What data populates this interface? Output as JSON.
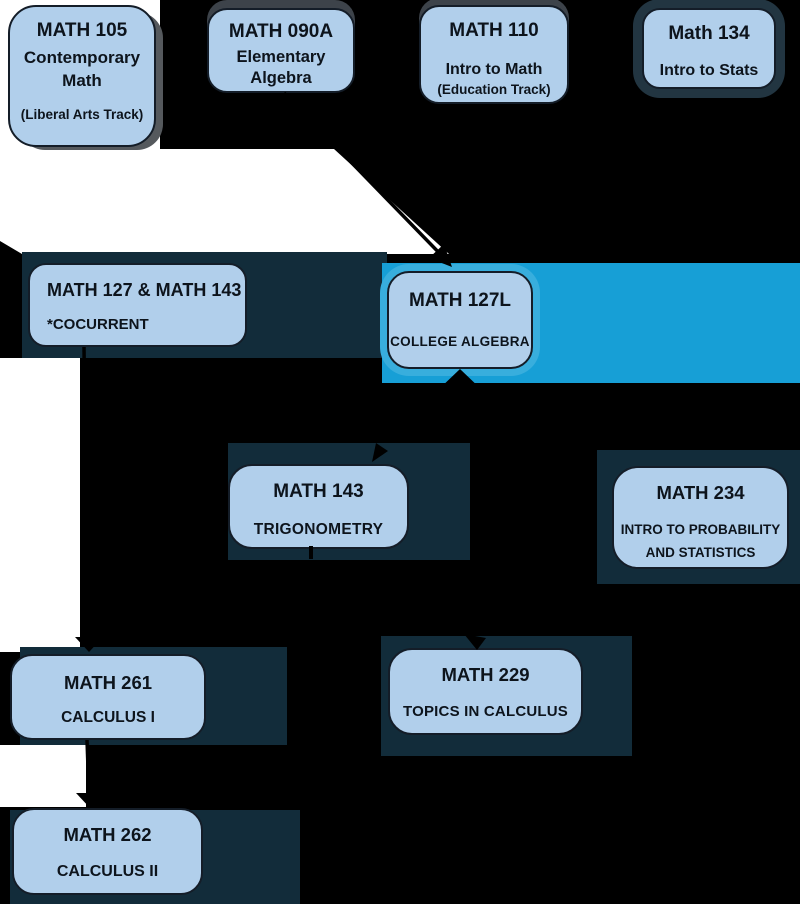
{
  "diagram": {
    "title": "Math course prerequisite flowchart",
    "colors": {
      "background": "#000000",
      "node_fill": "#b1cfeb",
      "node_border": "#141d28",
      "node_text": "#0d141c",
      "white_region": "#ffffff",
      "teal_patch": "#122c3a",
      "cyan_highlight": "#179fd6",
      "cyan_glow": "#38aedd",
      "gray_shadow": "#3d434a",
      "arrow": "#000000"
    },
    "nodes": [
      {
        "id": "math-105",
        "lines": [
          "MATH 105",
          "Contemporary Math",
          "(Liberal Arts Track)"
        ]
      },
      {
        "id": "math-090a",
        "lines": [
          "MATH 090A",
          "Elementary Algebra"
        ]
      },
      {
        "id": "math-110",
        "lines": [
          "MATH 110",
          "Intro to Math",
          "(Education Track)"
        ]
      },
      {
        "id": "math-134",
        "lines": [
          "Math 134",
          "Intro to Stats"
        ]
      },
      {
        "id": "math-127-143",
        "lines": [
          "MATH 127 & MATH 143",
          "*COCURRENT"
        ]
      },
      {
        "id": "math-127l",
        "lines": [
          "MATH 127L",
          "COLLEGE ALGEBRA"
        ],
        "highlighted": true
      },
      {
        "id": "math-143",
        "lines": [
          "MATH 143",
          "TRIGONOMETRY"
        ]
      },
      {
        "id": "math-234",
        "lines": [
          "MATH 234",
          "INTRO TO PROBABILITY",
          "AND STATISTICS"
        ]
      },
      {
        "id": "math-261",
        "lines": [
          "MATH 261",
          "CALCULUS I"
        ]
      },
      {
        "id": "math-229",
        "lines": [
          "MATH 229",
          "TOPICS IN CALCULUS"
        ]
      },
      {
        "id": "math-262",
        "lines": [
          "MATH 262",
          "CALCULUS II"
        ]
      }
    ]
  }
}
